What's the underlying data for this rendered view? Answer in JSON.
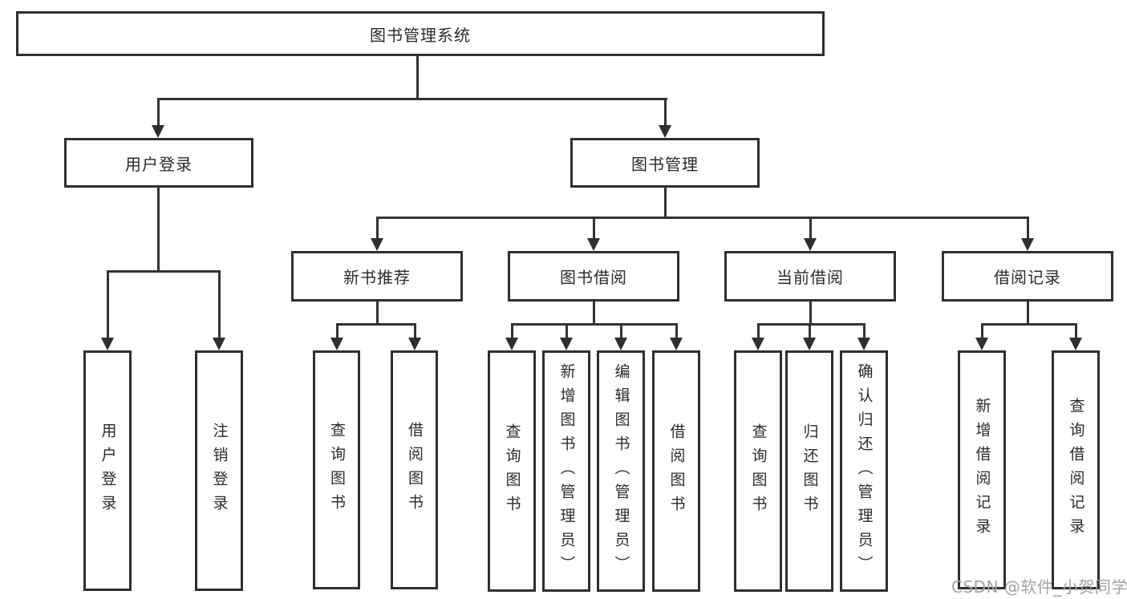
{
  "tree": {
    "root": {
      "label": "图书管理系统"
    },
    "branches": [
      {
        "label": "用户登录",
        "children": [
          {
            "label": "用户登录"
          },
          {
            "label": "注销登录"
          }
        ]
      },
      {
        "label": "图书管理",
        "children": [
          {
            "label": "新书推荐",
            "children": [
              {
                "label": "查询图书"
              },
              {
                "label": "借阅图书"
              }
            ]
          },
          {
            "label": "图书借阅",
            "children": [
              {
                "label": "查询图书"
              },
              {
                "label": "新增图书（管理员）"
              },
              {
                "label": "编辑图书（管理员）"
              },
              {
                "label": "借阅图书"
              }
            ]
          },
          {
            "label": "当前借阅",
            "children": [
              {
                "label": "查询图书"
              },
              {
                "label": "归还图书"
              },
              {
                "label": "确认归还（管理员）"
              }
            ]
          },
          {
            "label": "借阅记录",
            "children": [
              {
                "label": "新增借阅记录"
              },
              {
                "label": "查询借阅记录"
              }
            ]
          }
        ]
      }
    ]
  },
  "watermark": {
    "text": "CSDN @软件_小贺同学",
    "color": "#a3a3a3"
  },
  "colors": {
    "border": "#2f2f2f",
    "line": "#333333",
    "text": "#2b2b2b",
    "background": "#ffffff"
  }
}
